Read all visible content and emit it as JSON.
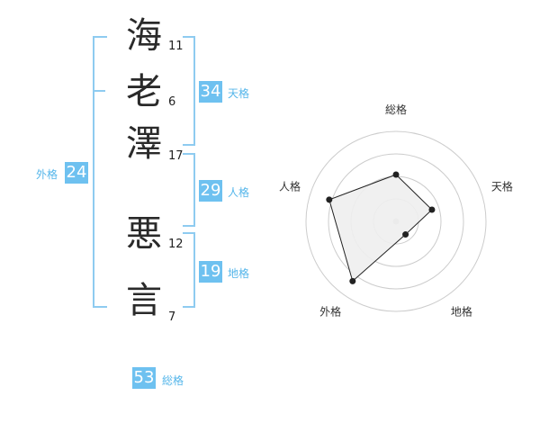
{
  "name": {
    "characters": [
      {
        "char": "海",
        "strokes": "11"
      },
      {
        "char": "老",
        "strokes": "6"
      },
      {
        "char": "澤",
        "strokes": "17"
      },
      {
        "char": "悪",
        "strokes": "12"
      },
      {
        "char": "言",
        "strokes": "7"
      }
    ]
  },
  "fortune": {
    "tenkaku": {
      "value": "34",
      "label": "天格"
    },
    "jinkaku": {
      "value": "29",
      "label": "人格"
    },
    "chikaku": {
      "value": "19",
      "label": "地格"
    },
    "gaikaku": {
      "value": "24",
      "label": "外格"
    },
    "soukaku": {
      "value": "53",
      "label": "総格"
    }
  },
  "chart_data": {
    "type": "radar",
    "axes": [
      "総格",
      "天格",
      "地格",
      "外格",
      "人格"
    ],
    "values": [
      0.52,
      0.42,
      0.18,
      0.82,
      0.78
    ],
    "max": 1,
    "rings": 4,
    "colors": {
      "fill": "#eeeeee",
      "line": "#222222",
      "grid": "#cccccc",
      "center": "#cccccc"
    }
  }
}
